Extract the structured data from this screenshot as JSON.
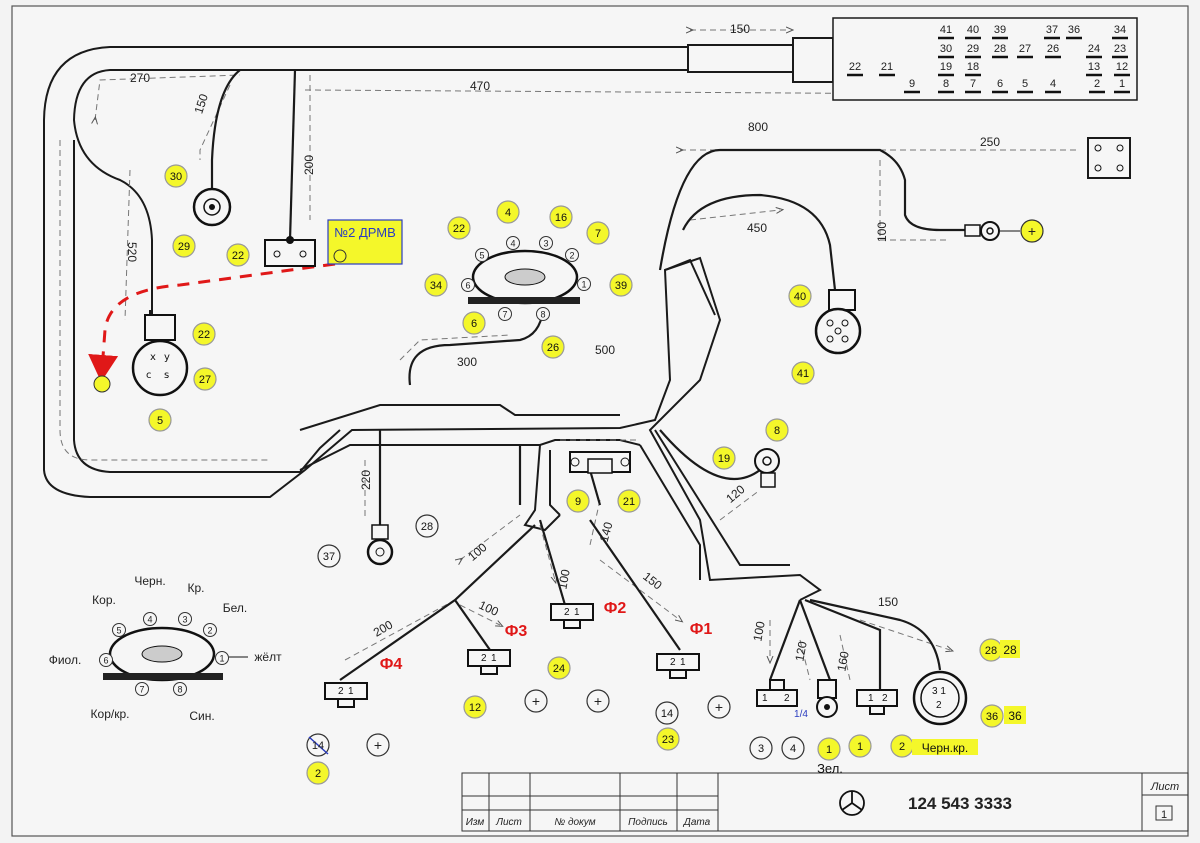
{
  "title_block": {
    "drawing_number": "124 543 3333",
    "sheet_label": "Лист",
    "sheet_number": "1",
    "columns": [
      "Изм",
      "Лист",
      "№ докум",
      "Подпись",
      "Дата"
    ]
  },
  "dimensions": [
    "150",
    "270",
    "470",
    "150",
    "200",
    "520",
    "800",
    "250",
    "450",
    "100",
    "300",
    "500",
    "220",
    "120",
    "140",
    "100",
    "100",
    "150",
    "200",
    "100",
    "100",
    "120",
    "160",
    "150"
  ],
  "top_connector_pins": {
    "row1": [
      "41",
      "40",
      "39",
      "37",
      "36",
      "34"
    ],
    "row2": [
      "30",
      "29",
      "28",
      "27",
      "26",
      "24",
      "23"
    ],
    "row3": [
      "22",
      "21",
      "19",
      "18",
      "13",
      "12"
    ],
    "row4": [
      "9",
      "8",
      "7",
      "6",
      "5",
      "4",
      "2",
      "1"
    ]
  },
  "circles": {
    "c30": "30",
    "c29": "29",
    "c22a": "22",
    "c22b": "22",
    "c4": "4",
    "c16": "16",
    "c7": "7",
    "c34": "34",
    "c39": "39",
    "c6": "6",
    "c26": "26",
    "c22c": "22",
    "c27": "27",
    "c5": "5",
    "c40": "40",
    "c41": "41",
    "c8": "8",
    "c19": "19",
    "c9": "9",
    "c21": "21",
    "c28": "28",
    "c37": "37",
    "c24": "24",
    "c12": "12",
    "c14": "14",
    "c23": "23",
    "c2": "2",
    "c3b": "3",
    "c4b": "4",
    "c1a": "1",
    "c1b": "1",
    "c2b": "2",
    "c28b": "28",
    "c36": "36"
  },
  "plus_symbol": "+",
  "connector_pin_numbers": [
    "1",
    "2",
    "3",
    "4",
    "5",
    "6",
    "7",
    "8"
  ],
  "legend_colors": {
    "kor": "Кор.",
    "chern": "Черн.",
    "kr": "Кр.",
    "bel": "Бел.",
    "fiol": "Фиол.",
    "zhelt": "жёлт",
    "kor_kr": "Кор/кр.",
    "sin": "Син."
  },
  "annotations": {
    "n2_drmv": "№2 ДРМВ",
    "f1": "Ф1",
    "f2": "Ф2",
    "f3": "Ф3",
    "f4": "Ф4",
    "zel": "Зел.",
    "chern_kr": "Черн.кр.",
    "pin28": "28",
    "pin36": "36",
    "small_mark": "1/4"
  },
  "colors": {
    "highlight": "#f4f72a",
    "red": "#e01818",
    "blue": "#2a3cc0",
    "ink": "#1a1a1a"
  }
}
